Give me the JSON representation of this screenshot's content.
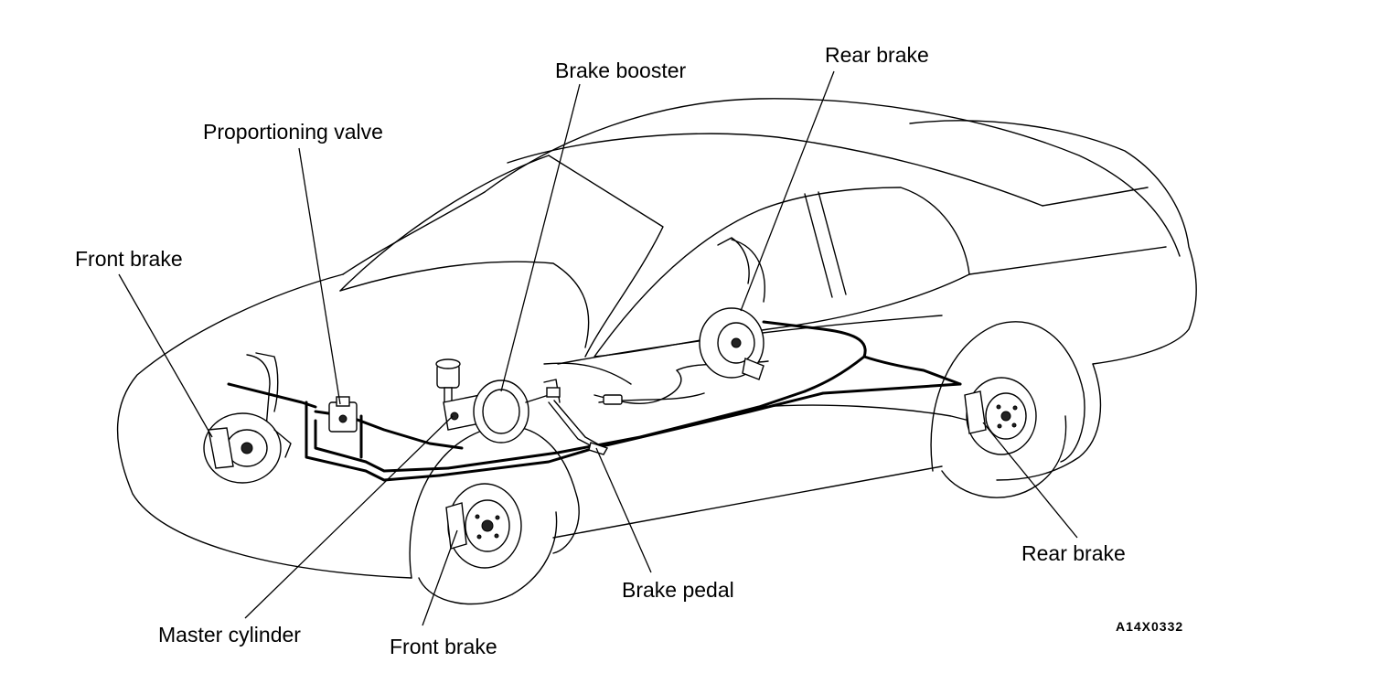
{
  "labels": {
    "front_brake_left": "Front brake",
    "proportioning_valve": "Proportioning valve",
    "brake_booster": "Brake booster",
    "rear_brake_top": "Rear brake",
    "rear_brake_right": "Rear brake",
    "brake_pedal": "Brake pedal",
    "master_cylinder": "Master cylinder",
    "front_brake_bottom": "Front brake"
  },
  "figure_code": "A14X0332"
}
